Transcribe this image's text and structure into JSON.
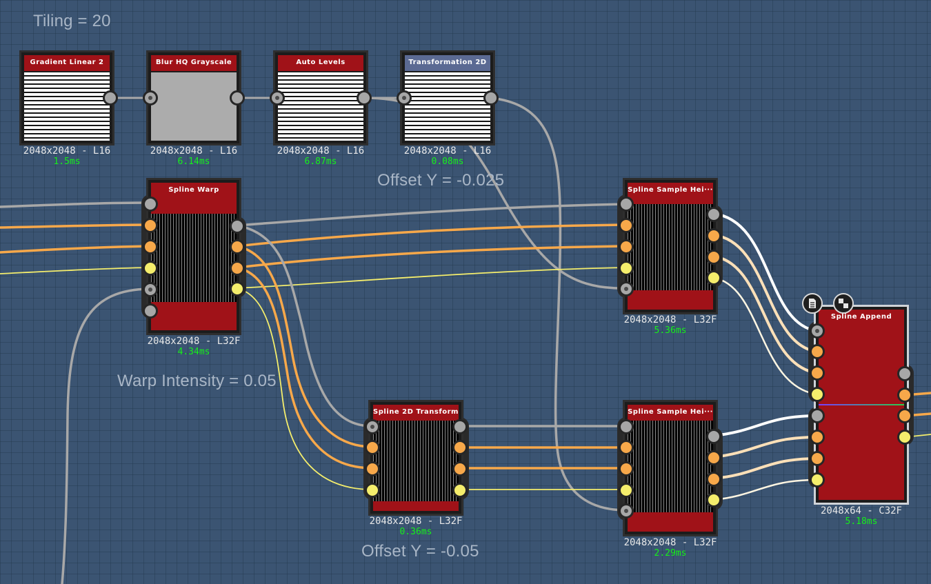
{
  "comments": {
    "tiling": "Tiling = 20",
    "offset_y_top": "Offset Y = -0.025",
    "warp_intensity": "Warp Intensity = 0.05",
    "offset_y_bottom": "Offset Y = -0.05"
  },
  "nodes": {
    "gradient_linear_2": {
      "title": "Gradient Linear 2",
      "resolution": "2048x2048 - L16",
      "time": "1.5ms"
    },
    "blur_hq_grayscale": {
      "title": "Blur HQ Grayscale",
      "resolution": "2048x2048 - L16",
      "time": "6.14ms"
    },
    "auto_levels": {
      "title": "Auto Levels",
      "resolution": "2048x2048 - L16",
      "time": "6.87ms"
    },
    "transformation_2d": {
      "title": "Transformation 2D",
      "resolution": "2048x2048 - L16",
      "time": "0.08ms"
    },
    "spline_warp": {
      "title": "Spline Warp",
      "resolution": "2048x2048 - L32F",
      "time": "4.34ms"
    },
    "spline_sample_top": {
      "title": "Spline Sample Hei···",
      "resolution": "2048x2048 - L32F",
      "time": "5.36ms"
    },
    "spline_2d_transform": {
      "title": "Spline 2D Transform",
      "resolution": "2048x2048 - L32F",
      "time": "0.36ms"
    },
    "spline_sample_bottom": {
      "title": "Spline Sample Hei···",
      "resolution": "2048x2048 - L32F",
      "time": "2.29ms"
    },
    "spline_append": {
      "title": "Spline Append",
      "resolution": "2048x64 - C32F",
      "time": "5.18ms"
    }
  },
  "icons": {
    "append_doc": "document-icon",
    "append_checker": "checkerboard-icon"
  },
  "colors": {
    "canvas_background": "#3b5472",
    "node_title": "#a01218",
    "transform_title": "#5b6a93",
    "wire_gray": "#a8a8a8",
    "wire_orange": "#f7a84a",
    "wire_yellow": "#f5ee6c",
    "wire_peach": "#fde0b8",
    "timing_text": "#16f01a"
  }
}
